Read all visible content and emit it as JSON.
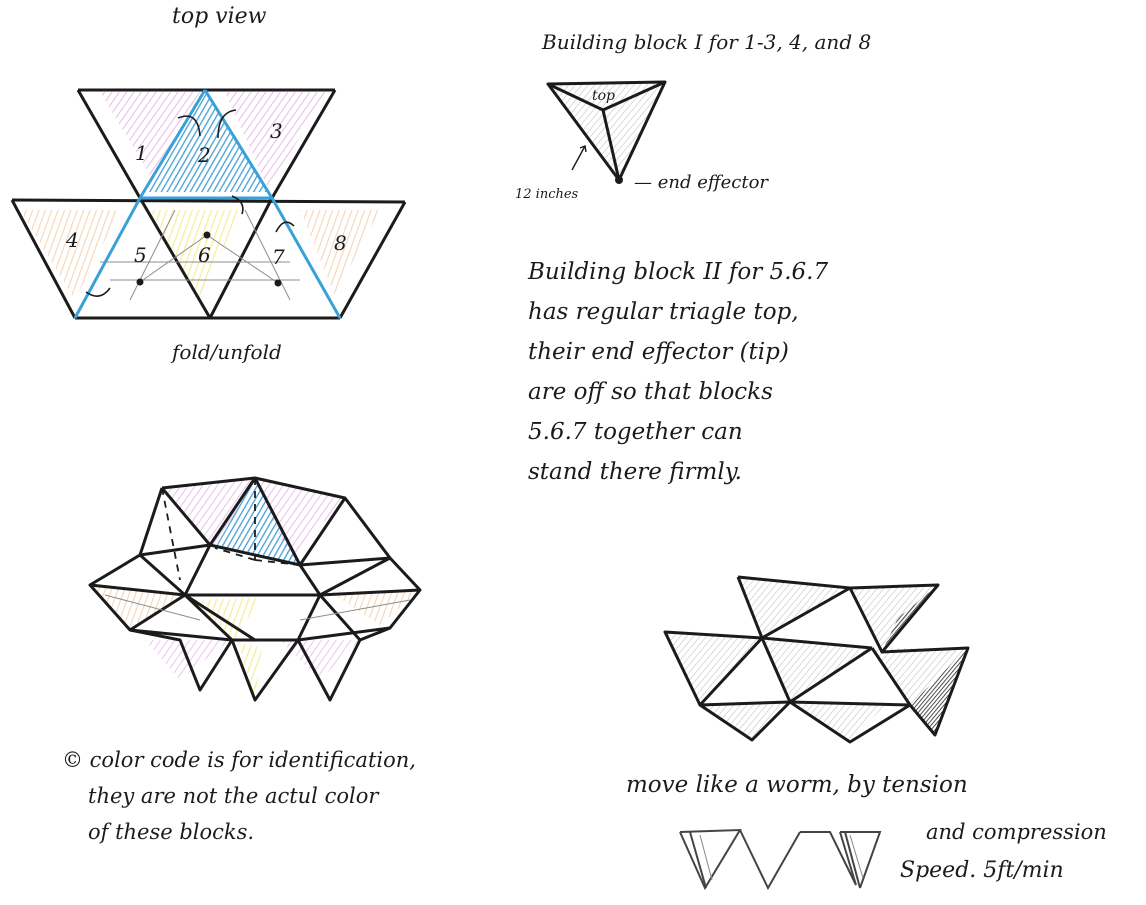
{
  "top_view": {
    "title": "top view",
    "caption": "fold/unfold",
    "numbers": [
      "1",
      "2",
      "3",
      "4",
      "5",
      "6",
      "7",
      "8"
    ]
  },
  "block1": {
    "title": "Building block I for 1-3, 4, and 8",
    "top_label": "top",
    "length_label": "12 inches",
    "end_label": "— end effector"
  },
  "block2_note": [
    "Building block II for 5.6.7",
    "has regular triagle top,",
    "their end effector (tip)",
    "are off so that blocks",
    "5.6.7 together can",
    "stand there firmly."
  ],
  "color_note": [
    "© color code is for identification,",
    "they are not the actul color",
    "of these blocks."
  ],
  "motion_note": {
    "line1": "move like a worm, by tension",
    "line2": "and compression",
    "line3": "Speed. 5ft/min"
  },
  "colors": {
    "ink": "#1b1b1b",
    "blue": "#3aa0d8",
    "magenta": "#cf6fd6",
    "orange": "#f0b27a",
    "yellow": "#f5ef9a",
    "gray": "#9a9a9a"
  }
}
